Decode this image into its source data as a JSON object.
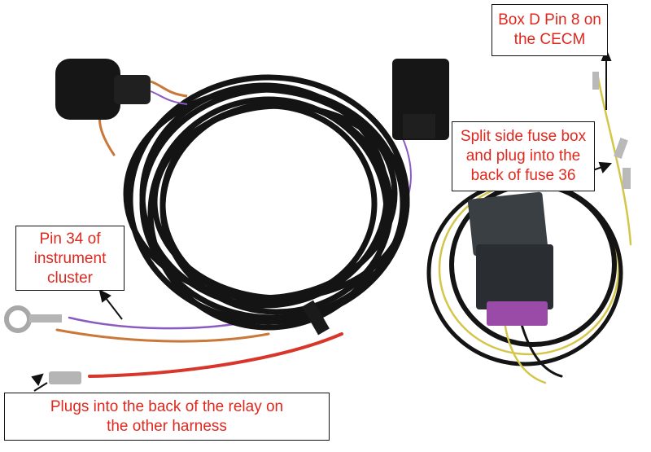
{
  "callouts": {
    "box_d": {
      "line1": "Box D Pin 8 on",
      "line2": "the CECM"
    },
    "fuse": {
      "line1": "Split side fuse box",
      "line2": "and plug into the",
      "line3": "back of fuse 36"
    },
    "pin34": {
      "line1": "Pin 34 of",
      "line2": "instrument",
      "line3": "cluster"
    },
    "relay": {
      "line1": "Plugs into the back of the relay on",
      "line2": "the other harness"
    }
  },
  "colors": {
    "label_text": "#e0281e",
    "cable_sleeve": "#141414",
    "wire_purple": "#8a5bc0",
    "wire_orange": "#c9783a",
    "wire_red": "#d8362a",
    "wire_yellow": "#d4c64a",
    "connector_latch": "#9a4ba8"
  }
}
